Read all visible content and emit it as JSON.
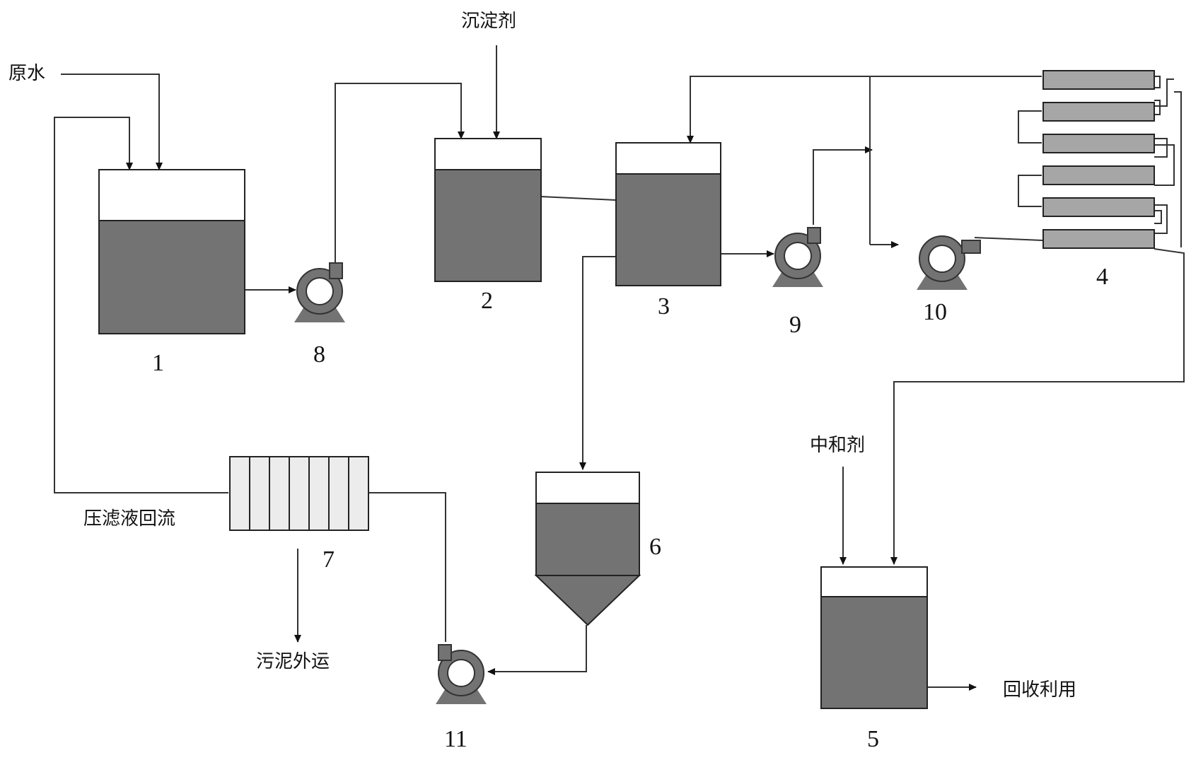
{
  "labels": {
    "raw_water": "原水",
    "precipitant": "沉淀剂",
    "neutralizer": "中和剂",
    "filtrate_return": "压滤液回流",
    "sludge_out": "污泥外运",
    "recycle": "回收利用"
  },
  "units": {
    "tank1": "1",
    "tank2": "2",
    "tank3": "3",
    "membrane4": "4",
    "tank5": "5",
    "settler6": "6",
    "filterpress7": "7",
    "pump8": "8",
    "pump9": "9",
    "pump10": "10",
    "pump11": "11"
  },
  "colors": {
    "liquid": "#737373",
    "membrane": "#a6a6a6",
    "filterpress": "#ececec",
    "line": "#333333"
  }
}
